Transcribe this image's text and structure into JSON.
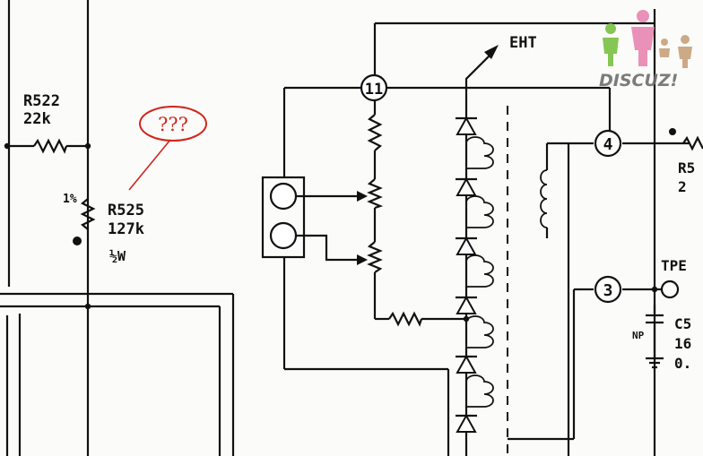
{
  "components": {
    "r522": {
      "ref": "R522",
      "value": "22k"
    },
    "r525": {
      "ref": "R525",
      "value": "127k",
      "tolerance": "1%",
      "power": "½W"
    },
    "r5x": {
      "ref": "R5",
      "value": "2"
    },
    "c5x": {
      "ref": "C5",
      "value": "16",
      "value2": "0.",
      "polarity": "NP"
    },
    "tp": {
      "ref": "TPE"
    },
    "eht": {
      "label": "EHT"
    }
  },
  "nodes": {
    "n11": "11",
    "n4": "4",
    "n3": "3"
  },
  "annotation": {
    "text": "???",
    "color": "#d0261c"
  },
  "watermark": {
    "text": "DISCUZ!",
    "colors": [
      "#7ac143",
      "#e886b2",
      "#c8a27a",
      "#6e6e6e"
    ]
  }
}
